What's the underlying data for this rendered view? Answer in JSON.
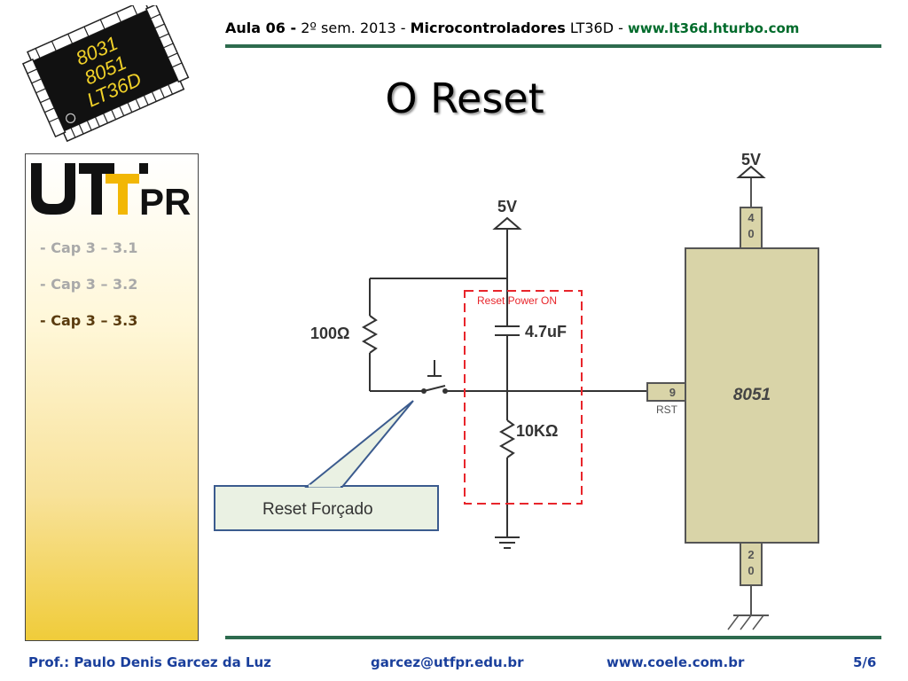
{
  "logo": {
    "chip_lines": [
      "8031",
      "8051",
      "LT36D"
    ],
    "institution": "UTFPR"
  },
  "header": {
    "lesson": "Aula 06 -",
    "semester": "2º sem. 2013 -",
    "course": "Microcontroladores",
    "code": "LT36D -",
    "url": "www.lt36d.hturbo.com"
  },
  "title": "O Reset",
  "sidebar": {
    "items": [
      {
        "label": "- Cap 3 – 3.1",
        "state": "inactive"
      },
      {
        "label": "- Cap 3 – 3.2",
        "state": "inactive"
      },
      {
        "label": "- Cap 3 – 3.3",
        "state": "active"
      }
    ]
  },
  "diagram": {
    "vcc_left": "5V",
    "vcc_right": "5V",
    "resistor_top": "100Ω",
    "capacitor": "4.7uF",
    "resistor_bottom": "10KΩ",
    "box_label": "Reset Power ON",
    "callout": "Reset Forçado",
    "chip": "8051",
    "pin_vcc": [
      "4",
      "0"
    ],
    "pin_rst": "9",
    "pin_rst_label": "RST",
    "pin_gnd": [
      "2",
      "0"
    ]
  },
  "footer": {
    "professor": "Prof.: Paulo Denis Garcez da Luz",
    "email": "garcez@utfpr.edu.br",
    "site": "www.coele.com.br",
    "page": "5/6"
  }
}
